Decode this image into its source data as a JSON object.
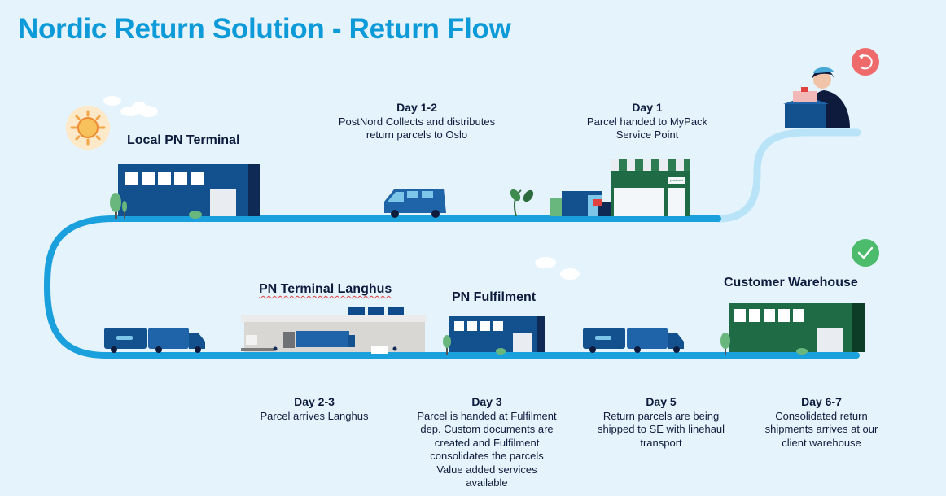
{
  "page": {
    "title": "Nordic Return Solution - Return Flow",
    "colors": {
      "background": "#e4f3fc",
      "title": "#0d9ad8",
      "road": "#1aa0dd",
      "road_light": "#b9e4f7",
      "dark_blue": "#13508e",
      "navy": "#0f2a55",
      "green_building": "#1f6b45",
      "return_badge": "#ef6a6a",
      "check_badge": "#4cbb6c"
    }
  },
  "badges": {
    "return_icon": "return-arrow-icon",
    "check_icon": "checkmark-icon"
  },
  "locations": {
    "local_terminal": "Local PN Terminal",
    "langhus": "PN Terminal Langhus",
    "fulfilment": "PN Fulfilment",
    "customer_warehouse": "Customer Warehouse",
    "shop_sign": "postnord"
  },
  "steps": {
    "day_1": {
      "day": "Day 1",
      "lines": [
        "Parcel handed to MyPack",
        "Service Point"
      ]
    },
    "day_1_2": {
      "day": "Day 1-2",
      "lines": [
        "PostNord Collects and distributes",
        "return parcels to Oslo"
      ]
    },
    "day_2_3": {
      "day": "Day 2-3",
      "lines": [
        "Parcel arrives Langhus"
      ]
    },
    "day_3": {
      "day": "Day 3",
      "lines": [
        "Parcel is handed at Fulfilment",
        "dep. Custom documents are",
        "created and Fulfilment",
        "consolidates the parcels",
        "Value added services",
        "available"
      ]
    },
    "day_5": {
      "day": "Day 5",
      "lines": [
        "Return parcels are being",
        "shipped to SE with linehaul",
        "transport"
      ]
    },
    "day_6_7": {
      "day": "Day 6-7",
      "lines": [
        "Consolidated return",
        "shipments arrives at our",
        "client warehouse"
      ]
    }
  }
}
